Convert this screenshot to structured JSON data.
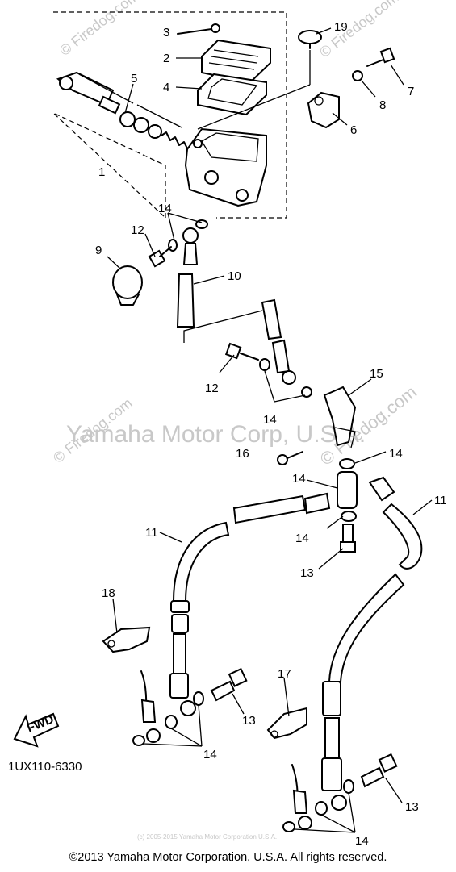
{
  "watermark": {
    "main": "Yamaha Motor Corp, U.S.A.",
    "site_top": "© Firedog.com",
    "site_right": "© Firedog.com",
    "site_left": "© Firedog.com",
    "site_top_right": "© Firedog.com",
    "small": "(c) 2005-2015 Yamaha Motor Corporation U.S.A."
  },
  "diagram_code": "1UX110-6330",
  "fwd_label": "FWD",
  "callouts": {
    "c1": "1",
    "c2": "2",
    "c3": "3",
    "c4": "4",
    "c5": "5",
    "c6": "6",
    "c7": "7",
    "c8": "8",
    "c9": "9",
    "c10": "10",
    "c11a": "11",
    "c11b": "11",
    "c12a": "12",
    "c12b": "12",
    "c13a": "13",
    "c13b": "13",
    "c13c": "13",
    "c14a": "14",
    "c14b": "14",
    "c14c": "14",
    "c14d": "14",
    "c14e": "14",
    "c14f": "14",
    "c14g": "14",
    "c15": "15",
    "c16": "16",
    "c17": "17",
    "c18": "18",
    "c19": "19"
  },
  "copyright": "©2013 Yamaha Motor Corporation, U.S.A. All rights reserved."
}
